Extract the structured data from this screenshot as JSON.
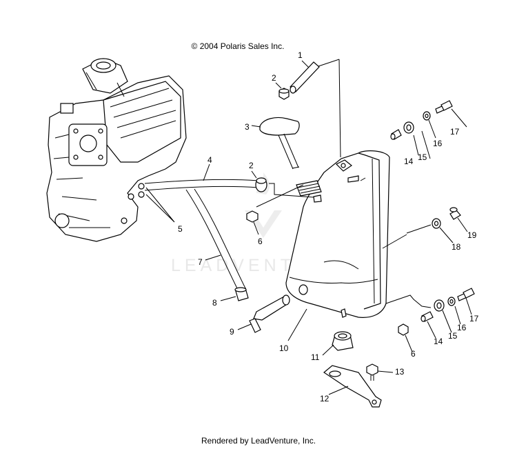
{
  "header": {
    "copyright": "© 2004 Polaris Sales Inc."
  },
  "footer": {
    "rendered_by": "Rendered by LeadVenture, Inc."
  },
  "watermark": {
    "text": "LEADVENTURE"
  },
  "callouts": [
    "1",
    "2",
    "3",
    "4",
    "2",
    "5",
    "6",
    "7",
    "8",
    "9",
    "10",
    "11",
    "12",
    "13",
    "6",
    "14",
    "15",
    "16",
    "17",
    "14",
    "15",
    "16",
    "17",
    "18",
    "19"
  ],
  "colors": {
    "line": "#000000",
    "shade": "#d9d9d9",
    "watermark": "#e6e6e6"
  }
}
